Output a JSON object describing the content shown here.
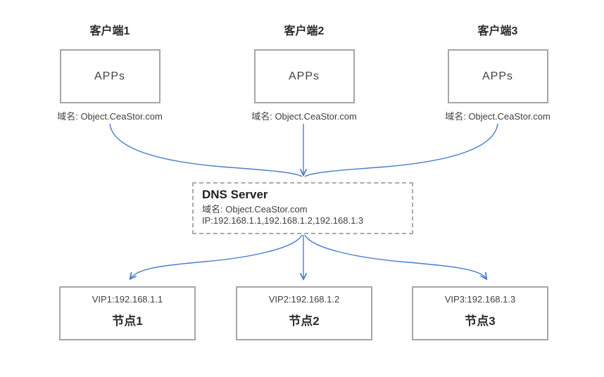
{
  "colors": {
    "arrow": "#4a7dc9",
    "box_border": "#a6a6a6",
    "dns_border": "#ababab",
    "text": "#404040",
    "heading": "#2b2b2b",
    "background": "#ffffff"
  },
  "clients": [
    {
      "title": "客户端1",
      "app_label": "APPs",
      "domain": "域名: Object.CeaStor.com"
    },
    {
      "title": "客户端2",
      "app_label": "APPs",
      "domain": "域名: Object.CeaStor.com"
    },
    {
      "title": "客户端3",
      "app_label": "APPs",
      "domain": "域名: Object.CeaStor.com"
    }
  ],
  "dns_server": {
    "title": "DNS Server",
    "domain": "域名: Object.CeaStor.com",
    "ip_list": "IP:192.168.1.1,192.168.1.2,192.168.1.3"
  },
  "nodes": [
    {
      "vip": "VIP1:192.168.1.1",
      "title": "节点1"
    },
    {
      "vip": "VIP2:192.168.1.2",
      "title": "节点2"
    },
    {
      "vip": "VIP3:192.168.1.3",
      "title": "节点3"
    }
  ]
}
